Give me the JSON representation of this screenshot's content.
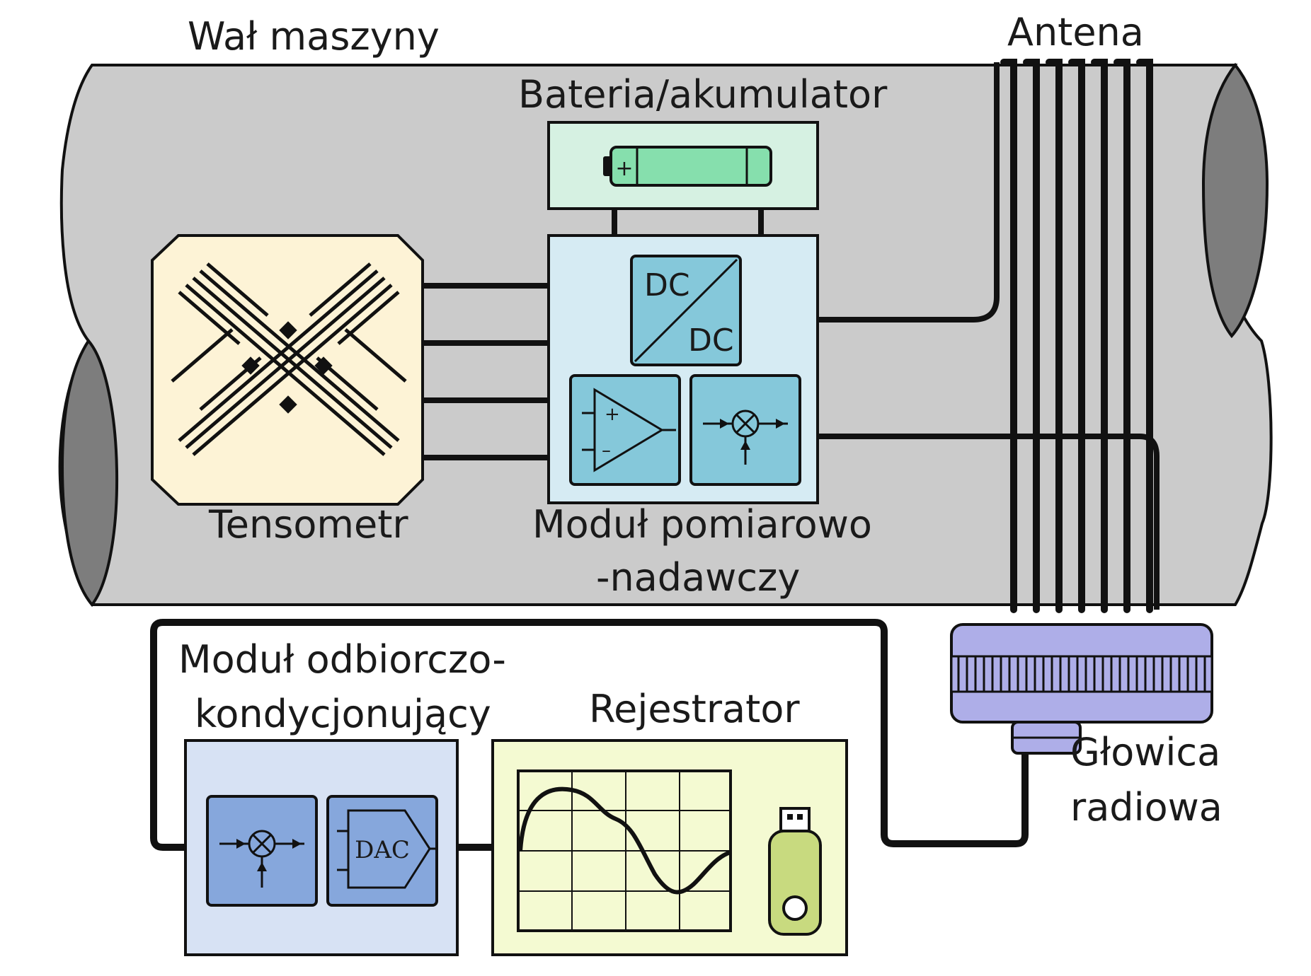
{
  "labels": {
    "shaft": "Wał maszyny",
    "antenna": "Antena",
    "battery": "Bateria/akumulator",
    "strain_gauge": "Tensometr",
    "transmitter_line1": "Moduł pomiarowo",
    "transmitter_line2": "-nadawczy",
    "receiver_line1": "Moduł odbiorczo-",
    "receiver_line2": "kondycjonujący",
    "recorder": "Rejestrator",
    "radio_head_line1": "Głowica",
    "radio_head_line2": "radiowa"
  },
  "blocks": {
    "dcdc_in": "DC",
    "dcdc_out": "DC",
    "amp_plus": "+",
    "amp_minus": "–",
    "battery_plus": "+",
    "dac": "DAC"
  },
  "colors": {
    "shaft": "#cbcbcb",
    "shaft_end": "#7d7d7d",
    "battery_box": "#d6f1e2",
    "battery": "#86dfad",
    "strain_box": "#fdf3d6",
    "transmitter_box": "#d6ebf3",
    "transmitter_blocks": "#85c8da",
    "receiver_box": "#d7e2f4",
    "receiver_blocks": "#86a7dc",
    "recorder_box": "#f4fad2",
    "usb": "#c8da7f",
    "radio_head": "#aeaee8",
    "wire": "#111111"
  }
}
